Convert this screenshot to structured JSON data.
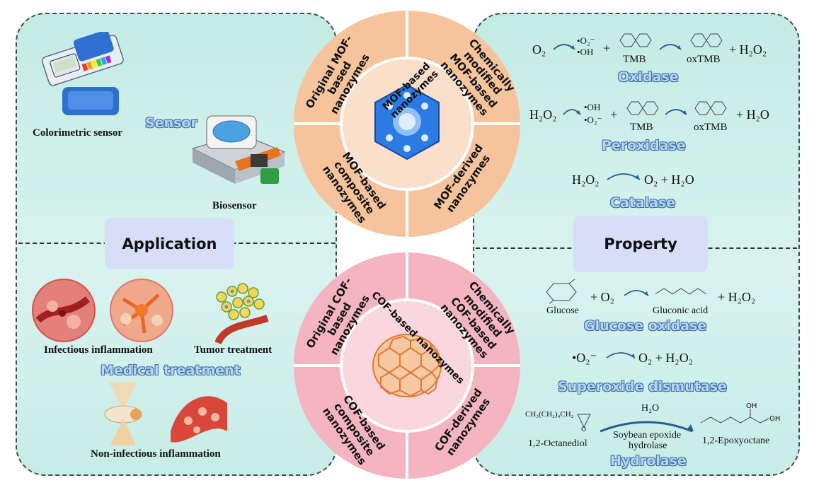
{
  "application": {
    "header": "Application",
    "sensor_title": "Sensor",
    "colorimetric_sensor": "Colorimetric sensor",
    "biosensor": "Biosensor",
    "medical_title": "Medical treatment",
    "infectious": "Infectious inflammation",
    "tumor": "Tumor treatment",
    "non_infectious": "Non-infectious inflammation"
  },
  "mof": {
    "center": "MOF-based nanozymes",
    "q_top_left": "Original MOF-based nanozymes",
    "q_top_right_l1": "Chemically modified",
    "q_top_right_l2": "MOF-based nanozymes",
    "q_bottom_left": "MOF-based composite nanozymes",
    "q_bottom_right": "MOF-derived nanozymes",
    "colors": {
      "outer": "#f6c49c",
      "inner": "#fae0cb"
    }
  },
  "cof": {
    "center": "COF-based nanozymes",
    "q_top_left": "Original COF-based nanozymes",
    "q_top_right_l1": "Chemically modified",
    "q_top_right_l2": "COF-based nanozymes",
    "q_bottom_left": "COF-based composite nanozymes",
    "q_bottom_right": "COF-derived nanozymes",
    "colors": {
      "outer": "#f4b4c0",
      "inner": "#fad6de"
    }
  },
  "property": {
    "header": "Property",
    "oxidase": {
      "name": "Oxidase",
      "lhs": "O₂",
      "ros1": "•O₂⁻",
      "ros2": "•OH",
      "tmb": "TMB",
      "oxtmb": "oxTMB",
      "plus": "+",
      "product": "H₂O₂"
    },
    "peroxidase": {
      "name": "Peroxidase",
      "lhs": "H₂O₂",
      "ros1": "•OH",
      "ros2": "•O₂⁻",
      "tmb": "TMB",
      "oxtmb": "oxTMB",
      "plus": "+",
      "product": "H₂O"
    },
    "catalase": {
      "name": "Catalase",
      "lhs": "H₂O₂",
      "rhs": "O₂ + H₂O"
    },
    "glucose_oxidase": {
      "name": "Glucose oxidase",
      "glucose": "Glucose",
      "plus_o2": "+ O₂",
      "gluconic": "Gluconic acid",
      "product": "+ H₂O₂"
    },
    "sod": {
      "name": "Superoxide dismutase",
      "lhs": "•O₂⁻",
      "rhs": "O₂ + H₂O₂"
    },
    "hydrolase": {
      "name": "Hydrolase",
      "formula": "CH₃(CH₂)₄CH₂",
      "water": "H₂O",
      "enzyme_l1": "Soybean epoxide",
      "enzyme_l2": "hydrolase",
      "left_label": "1,2-Octanediol",
      "right_label": "1,2-Epoxyoctane",
      "oh1": "OH",
      "oh2": "OH",
      "epoxide_o": "O"
    }
  },
  "colors": {
    "panel_gradient_start": "#bfe9e2",
    "panel_gradient_end": "#d8f3ef",
    "header_bg": "#d7def7",
    "enzyme_text": "#b6d6f2",
    "enzyme_outline": "#3d6ea8"
  }
}
